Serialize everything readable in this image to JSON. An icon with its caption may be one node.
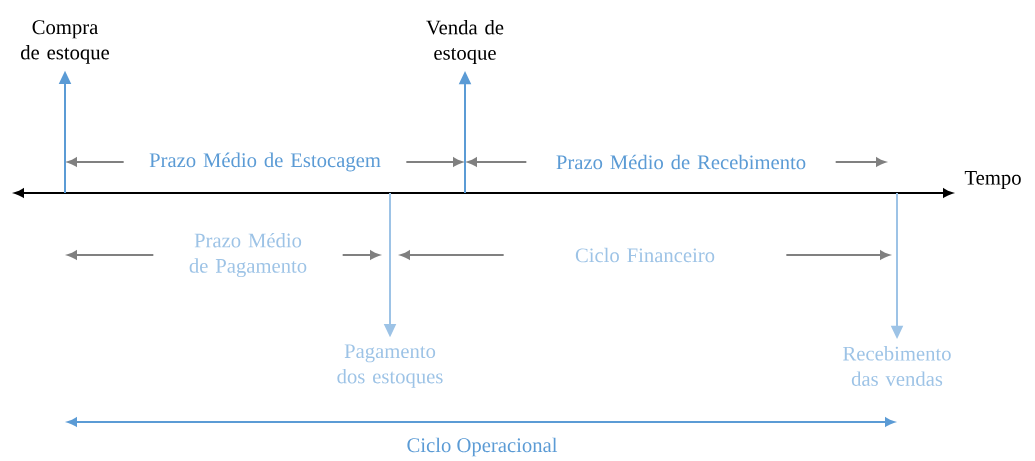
{
  "diagram": {
    "nodes": [
      {
        "text": [
          "Compra de estoque"
        ]
      },
      {
        "text": [
          "Venda de estoque"
        ]
      },
      {
        "text": [
          "Pagamento dos estoques"
        ]
      },
      {
        "text": [
          "Recebimento das vendas"
        ]
      }
    ],
    "edges": [
      {
        "from": null,
        "to": 0,
        "arrow": "to",
        "color": "#5b9bd5"
      },
      {
        "from": null,
        "to": 1,
        "arrow": "to",
        "color": "#5b9bd5"
      },
      {
        "from": null,
        "to": 2,
        "arrow": "to",
        "color": "#9dc3e6"
      },
      {
        "from": null,
        "to": 3,
        "arrow": "to",
        "color": "#9dc3e6"
      }
    ],
    "labels": [
      "Tempo",
      "Prazo Médio de Estocagem",
      "Prazo Médio de Recebimento",
      "Prazo Médio de Pagamento",
      "Ciclo Financeiro",
      "Ciclo Operacional"
    ]
  }
}
